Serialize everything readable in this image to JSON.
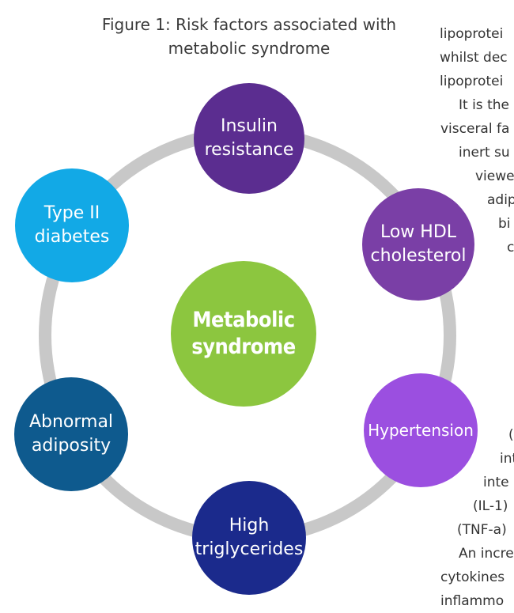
{
  "figure": {
    "title": "Figure 1: Risk factors associated with\nmetabolic syndrome",
    "center": {
      "label": "Metabolic\nsyndrome",
      "color": "#8cc63f"
    },
    "ring_color": "#c8c8c8",
    "nodes": [
      {
        "id": "insulin-resistance",
        "label": "Insulin\nresistance",
        "color": "#5b2d90"
      },
      {
        "id": "low-hdl-cholesterol",
        "label": "Low HDL\ncholesterol",
        "color": "#7a3fa6"
      },
      {
        "id": "hypertension",
        "label": "Hypertension",
        "color": "#9b4fe0"
      },
      {
        "id": "high-triglycerides",
        "label": "High\ntriglycerides",
        "color": "#1b2a8c"
      },
      {
        "id": "abnormal-adiposity",
        "label": "Abnormal\nadiposity",
        "color": "#0e5a8e"
      },
      {
        "id": "type-ii-diabetes",
        "label": "Type II\ndiabetes",
        "color": "#12a9e6"
      }
    ]
  },
  "article_fragments": [
    "lipoprotei",
    "whilst dec",
    "lipoprotei",
    "It is the",
    "visceral fa",
    "inert su",
    "viewe",
    "adip",
    "bi",
    "c",
    "(",
    "int",
    "inte",
    "(IL-1)",
    "(TNF-a)",
    "An incre",
    "cytokines",
    "inflammo"
  ]
}
